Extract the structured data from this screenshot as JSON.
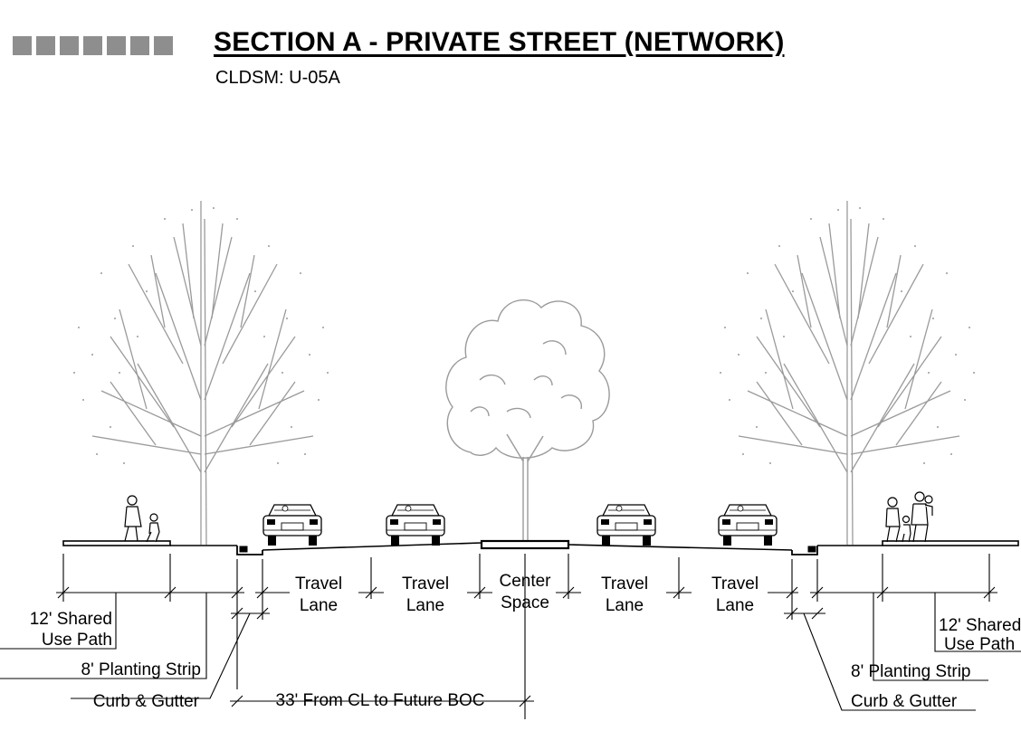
{
  "header": {
    "title": "SECTION A - PRIVATE STREET (NETWORK)",
    "subtitle": "CLDSM: U-05A"
  },
  "lanes": [
    {
      "line1": "Travel",
      "line2": "Lane"
    },
    {
      "line1": "Travel",
      "line2": "Lane"
    },
    {
      "line1": "Center",
      "line2": "Space"
    },
    {
      "line1": "Travel",
      "line2": "Lane"
    },
    {
      "line1": "Travel",
      "line2": "Lane"
    }
  ],
  "left_callouts": {
    "path_line1": "12' Shared",
    "path_line2": "Use Path",
    "planting": "8' Planting Strip",
    "curb": "Curb & Gutter",
    "cl_dimension": "33' From CL to Future BOC"
  },
  "right_callouts": {
    "path_line1": "12' Shared",
    "path_line2": "Use Path",
    "planting": "8' Planting Strip",
    "curb": "Curb & Gutter"
  },
  "colors": {
    "tree": "#9a9a9a",
    "hatch": "#8e8e8e",
    "ink": "#000000"
  }
}
